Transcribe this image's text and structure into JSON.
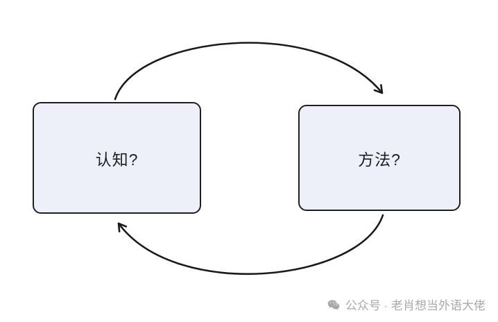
{
  "diagram": {
    "nodes": [
      {
        "id": "cognition",
        "label": "认知?"
      },
      {
        "id": "method",
        "label": "方法?"
      }
    ],
    "edges": [
      {
        "from": "cognition",
        "to": "method",
        "position": "top-arc"
      },
      {
        "from": "method",
        "to": "cognition",
        "position": "bottom-arc"
      }
    ],
    "colors": {
      "node_fill": "#eef0f9",
      "node_border": "#1e1e1e",
      "arrow": "#1a1a1a",
      "watermark": "#a9a9a9"
    }
  },
  "watermark": {
    "text": "公众号 · 老肖想当外语大佬"
  }
}
